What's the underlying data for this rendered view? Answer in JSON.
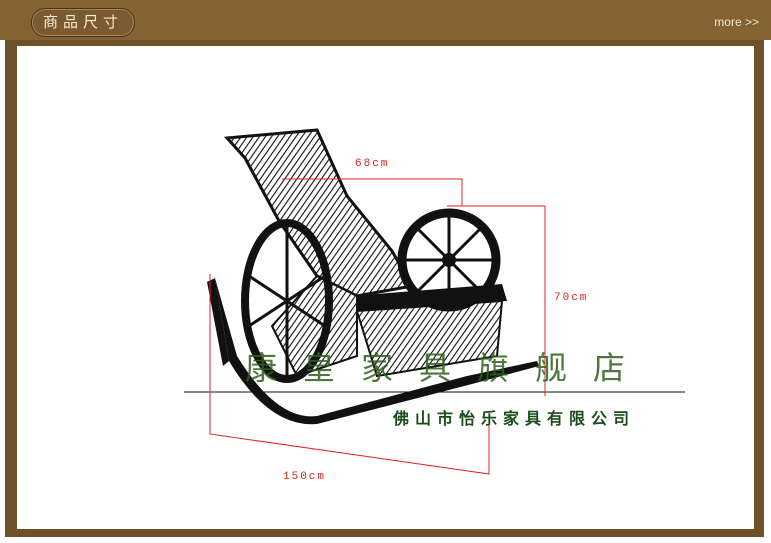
{
  "header": {
    "tab_title": "商品尺寸",
    "more_link": "more >>"
  },
  "figure": {
    "dimensions": {
      "depth": "68cm",
      "height": "70cm",
      "length": "150cm"
    },
    "watermark": "康皇家具旗舰店",
    "company": "佛山市怡乐家具有限公司"
  },
  "colors": {
    "header_bg": "#846233",
    "frame": "#6e5128",
    "dimension_line": "#e02020",
    "watermark": "#2f5e1c",
    "company_text": "#1a4d1a"
  }
}
